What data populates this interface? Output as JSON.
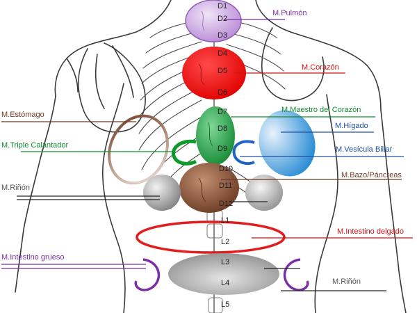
{
  "colors": {
    "purple": "#7a2fa8",
    "red": "#d01515",
    "green": "#0e8a2a",
    "blue": "#1f4fa0",
    "brown": "#6e3a22",
    "gray": "#555555",
    "body_line": "#3a3a3a"
  },
  "vertebrae": {
    "d1": "D1",
    "d2": "D2",
    "d3": "D3",
    "d4": "D4",
    "d5": "D5",
    "d6": "D6",
    "d7": "D7",
    "d8": "D8",
    "d9": "D9",
    "d10": "D10",
    "d11": "D11",
    "d12": "D12",
    "l1": "L1",
    "l2": "L2",
    "l3": "L3",
    "l4": "L4",
    "l5": "L5"
  },
  "labels": {
    "pulmon": "M.Pulmón",
    "corazon": "M.Corazón",
    "estomago": "M.Estómago",
    "maestro": "M.Maestro del Corazón",
    "higado": "M.Hígado",
    "triple": "M.Triple Calantador",
    "vesicula": "M.Vesícula Biliar",
    "bazo": "M.Bazo/Páncreas",
    "rinon_left": "M.Riñón",
    "intestino_delgado": "M.Intestino delgado",
    "intestino_grueso": "M.Intestino grueso",
    "rinon_right": "M.Riñón"
  }
}
